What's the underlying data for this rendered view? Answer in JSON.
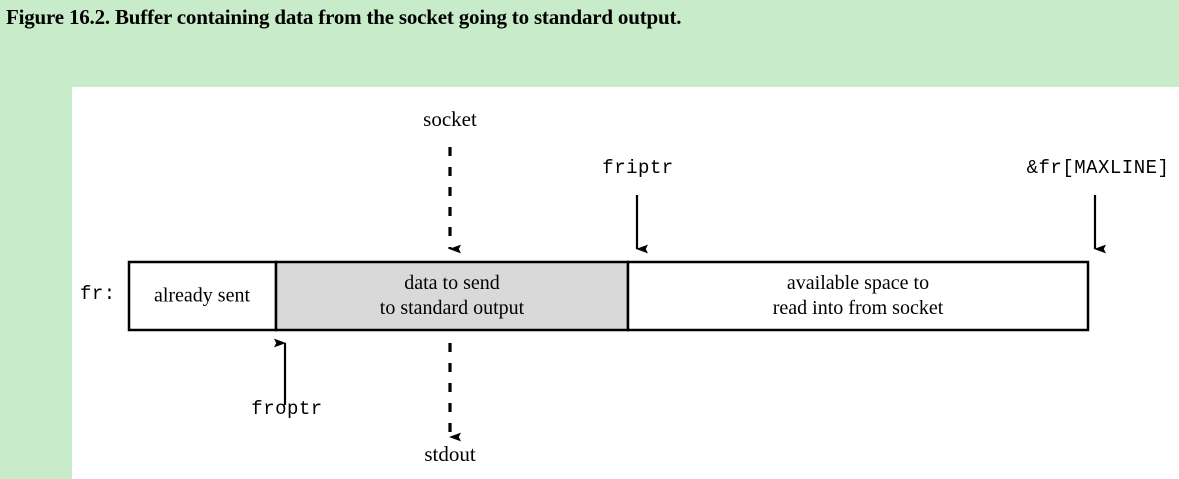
{
  "caption": {
    "text": "Figure 16.2. Buffer containing data from the socket going to standard output."
  },
  "colors": {
    "page_background": "#c8ecc9",
    "figure_background": "#ffffff",
    "buffer_fill_empty": "#ffffff",
    "buffer_fill_data": "#d9d9d9",
    "stroke": "#000000"
  },
  "diagram": {
    "buffer_label": "fr:",
    "segments": [
      {
        "name": "already-sent",
        "text": "already sent",
        "lines": [
          "already sent"
        ],
        "fill": "#ffffff"
      },
      {
        "name": "data-to-send",
        "text": "data to send to standard output",
        "lines": [
          "data to send",
          "to standard output"
        ],
        "fill": "#d9d9d9"
      },
      {
        "name": "available-space",
        "text": "available space to read into from socket",
        "lines": [
          "available space to",
          "read into from socket"
        ],
        "fill": "#ffffff"
      }
    ],
    "pointers_above": [
      {
        "name": "socket",
        "label": "socket",
        "style": "dashed",
        "font": "serif"
      },
      {
        "name": "friptr",
        "label": "friptr",
        "style": "solid",
        "font": "mono"
      },
      {
        "name": "fr-maxline",
        "label": "&fr[MAXLINE]",
        "style": "solid",
        "font": "mono"
      }
    ],
    "pointers_below": [
      {
        "name": "froptr",
        "label": "froptr",
        "style": "solid",
        "font": "mono",
        "direction": "up"
      },
      {
        "name": "stdout",
        "label": "stdout",
        "style": "dashed",
        "font": "serif",
        "direction": "down"
      }
    ]
  }
}
